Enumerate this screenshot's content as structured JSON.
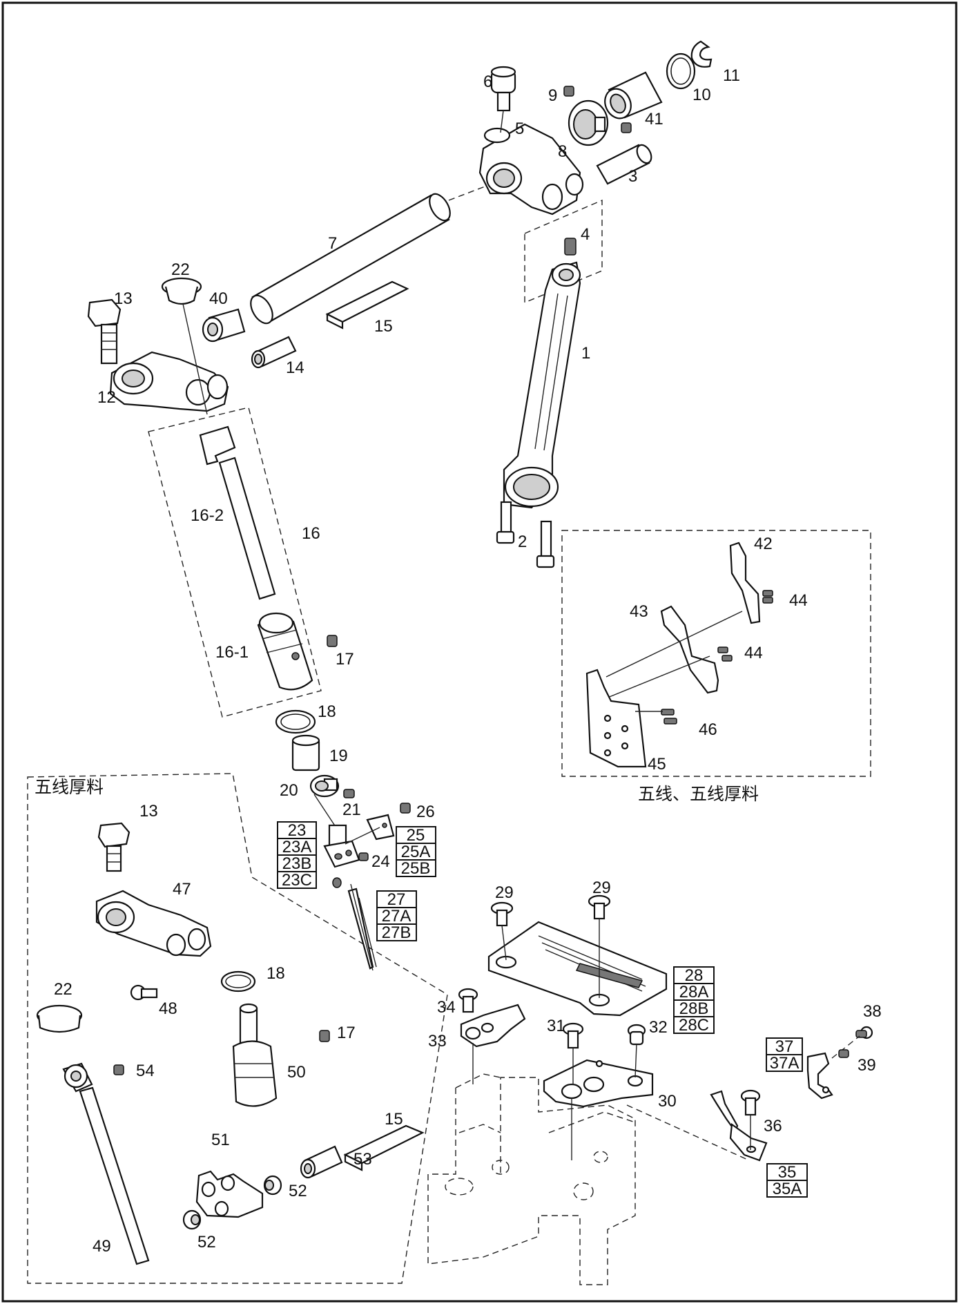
{
  "inset_left_title": "五线厚料",
  "inset_right_caption": "五线、五线厚料",
  "labels": {
    "l1": "1",
    "l2": "2",
    "l3": "3",
    "l4": "4",
    "l5": "5",
    "l6": "6",
    "l7": "7",
    "l8": "8",
    "l9": "9",
    "l10": "10",
    "l11": "11",
    "l12": "12",
    "l13": "13",
    "l14": "14",
    "l15": "15",
    "l16": "16",
    "l16_1": "16-1",
    "l16_2": "16-2",
    "l17": "17",
    "l18": "18",
    "l19": "19",
    "l20": "20",
    "l21": "21",
    "l22": "22",
    "l24": "24",
    "l26": "26",
    "l29a": "29",
    "l29b": "29",
    "l30": "30",
    "l31": "31",
    "l32": "32",
    "l33": "33",
    "l34": "34",
    "l36": "36",
    "l38": "38",
    "l39": "39",
    "l40": "40",
    "l41": "41",
    "l42": "42",
    "l43": "43",
    "l44a": "44",
    "l44b": "44",
    "l45": "45",
    "l46": "46",
    "in13": "13",
    "in15": "15",
    "in17": "17",
    "in18": "18",
    "in22": "22",
    "in47": "47",
    "in48": "48",
    "in49": "49",
    "in50": "50",
    "in51": "51",
    "in52a": "52",
    "in52b": "52",
    "in53": "53",
    "in54": "54"
  },
  "boxed_labels": {
    "g23": [
      "23",
      "23A",
      "23B",
      "23C"
    ],
    "g25": [
      "25",
      "25A",
      "25B"
    ],
    "g27": [
      "27",
      "27A",
      "27B"
    ],
    "g28": [
      "28",
      "28A",
      "28B",
      "28C"
    ],
    "g35": [
      "35",
      "35A"
    ],
    "g37": [
      "37",
      "37A"
    ]
  }
}
